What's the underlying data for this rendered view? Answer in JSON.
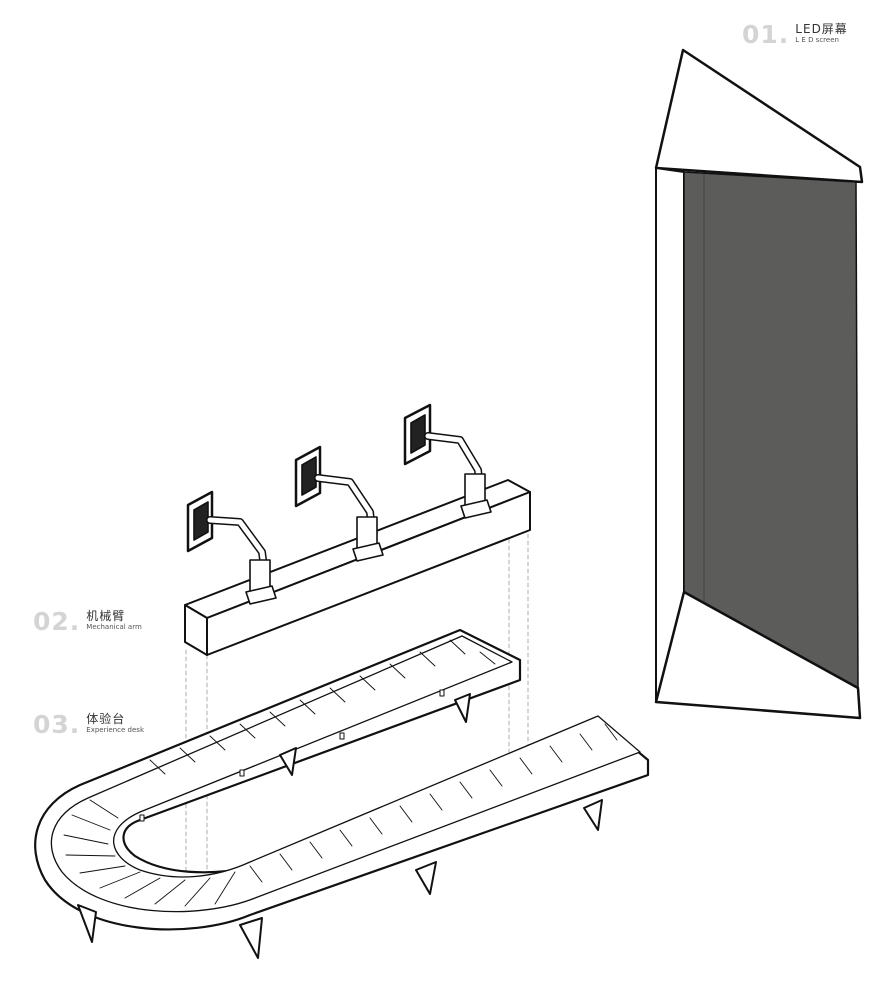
{
  "labels": [
    {
      "number": "01.",
      "cn": "LED屏幕",
      "en": "L E D screen"
    },
    {
      "number": "02.",
      "cn": "机械臂",
      "en": "Mechanical arm"
    },
    {
      "number": "03.",
      "cn": "体验台",
      "en": "Experience desk"
    }
  ],
  "colors": {
    "screen": "#5c5d5b",
    "stroke": "#111111",
    "label_number": "#d4d4d4"
  }
}
